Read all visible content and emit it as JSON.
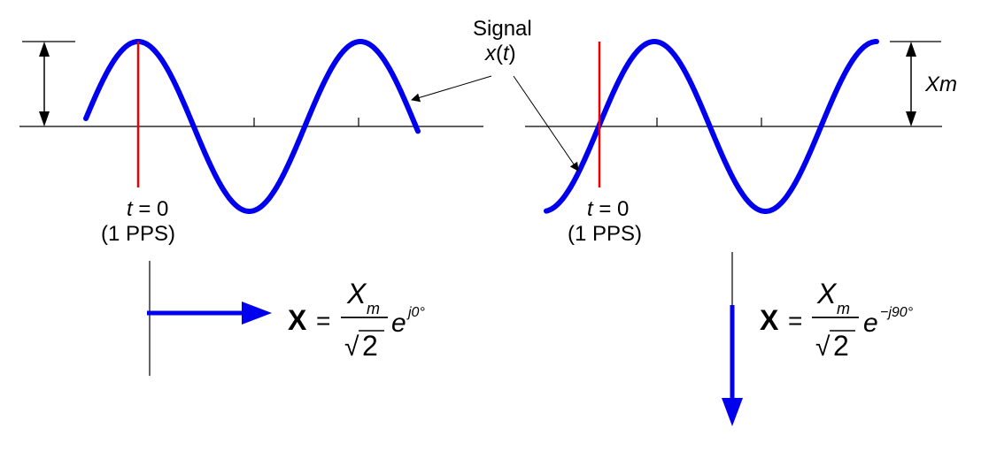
{
  "signal": {
    "title": "Signal",
    "name": "x",
    "open_paren": "(",
    "arg": "t",
    "close_paren": ")"
  },
  "time_ref": {
    "t": "t",
    "eq": " = 0",
    "pps": "(1 PPS)"
  },
  "amplitude_label": "Xm",
  "phasor_left": {
    "bold_x": "X",
    "equals": "=",
    "numerator_x": "X",
    "numerator_sub": "m",
    "root": "√",
    "root_arg": "2",
    "e": "e",
    "exponent": "j0°"
  },
  "phasor_right": {
    "bold_x": "X",
    "equals": "=",
    "numerator_x": "X",
    "numerator_sub": "m",
    "root": "√",
    "root_arg": "2",
    "e": "e",
    "exponent": "−j90°"
  },
  "colors": {
    "wave": "#0000ee",
    "marker": "#ee0000",
    "phasor": "#0000ee",
    "axis": "#000000"
  }
}
